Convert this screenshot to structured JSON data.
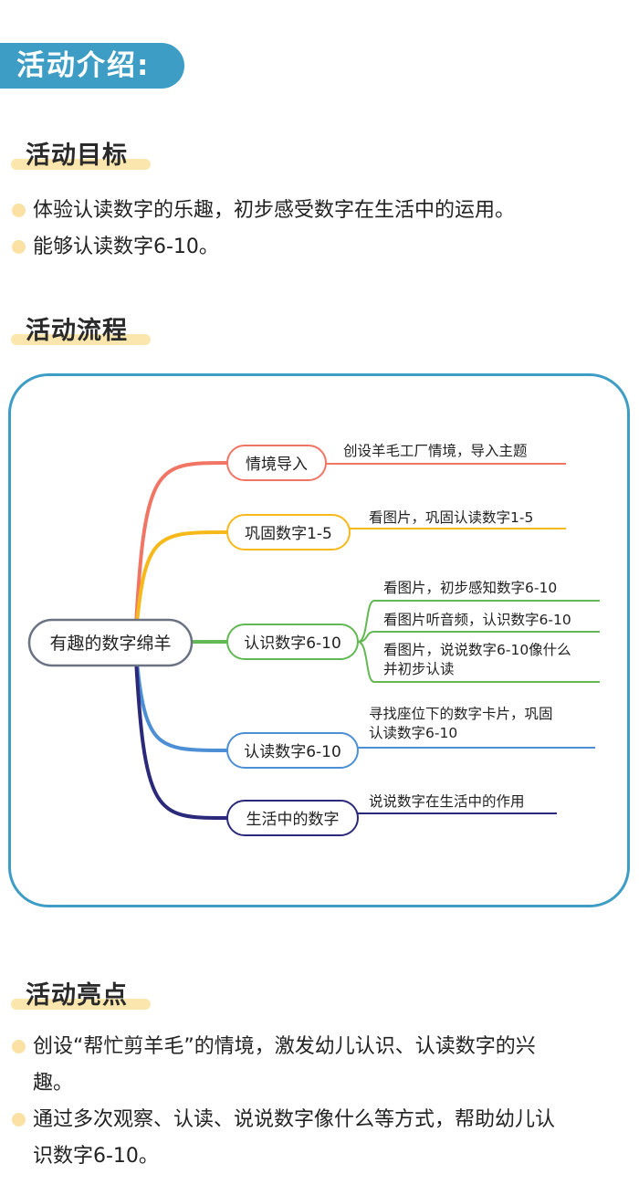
{
  "banner": {
    "title": "活动介绍:"
  },
  "goals": {
    "heading": "活动目标",
    "items": [
      "体验认读数字的乐趣，初步感受数字在生活中的运用。",
      "能够认读数字6-10。"
    ]
  },
  "process": {
    "heading": "活动流程",
    "mindmap": {
      "root": "有趣的数字绵羊",
      "branches": [
        {
          "label": "情境导入",
          "color": "#f07565",
          "details": [
            "创设羊毛工厂情境，导入主题"
          ]
        },
        {
          "label": "巩固数字1-5",
          "color": "#f5b91b",
          "details": [
            "看图片，巩固认读数字1-5"
          ]
        },
        {
          "label": "认识数字6-10",
          "color": "#62b852",
          "details": [
            "看图片，初步感知数字6-10",
            "看图片听音频，认识数字6-10",
            "看图片，说说数字6-10像什么",
            "并初步认读"
          ]
        },
        {
          "label": "认读数字6-10",
          "color": "#4d8fd4",
          "details": [
            "寻找座位下的数字卡片，巩固",
            "认读数字6-10"
          ]
        },
        {
          "label": "生活中的数字",
          "color": "#2b2a7a",
          "details": [
            "说说数字在生活中的作用"
          ]
        }
      ]
    }
  },
  "highlights": {
    "heading": "活动亮点",
    "items": [
      {
        "lines": [
          "创设“帮忙剪羊毛”的情境，激发幼儿认识、认读数字的兴",
          "趣。"
        ]
      },
      {
        "lines": [
          "通过多次观察、认读、说说数字像什么等方式，帮助幼儿认",
          "识数字6-10。"
        ]
      }
    ]
  }
}
